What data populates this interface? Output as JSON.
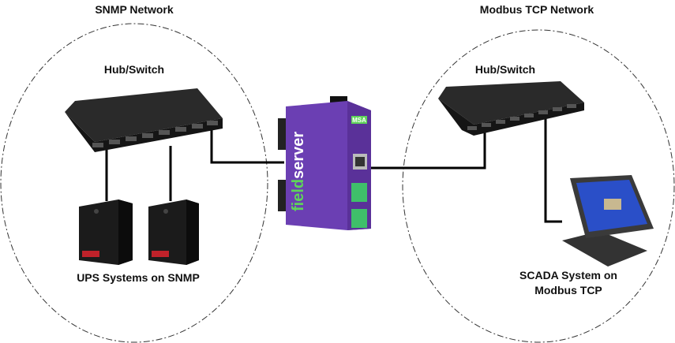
{
  "snmp_network": {
    "title": "SNMP Network",
    "switch_label": "Hub/Switch",
    "devices_label": "UPS Systems on SNMP"
  },
  "modbus_network": {
    "title": "Modbus TCP Network",
    "switch_label": "Hub/Switch",
    "devices_label_line1": "SCADA System on",
    "devices_label_line2": "Modbus TCP"
  },
  "gateway": {
    "brand_text": "fieldserver",
    "logo_text": "MSA"
  },
  "colors": {
    "gateway_body": "#6b3fb3",
    "gateway_text": "#5fd35a",
    "terminal_green": "#3fbf6a",
    "switch_body": "#1e1e1e",
    "ups_body": "#1a1a1a",
    "ups_badge": "#c0222a",
    "scada_screen": "#2a4fc8"
  }
}
